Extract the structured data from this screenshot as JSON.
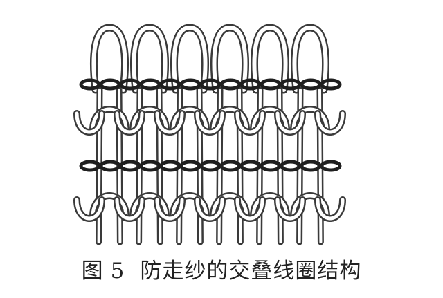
{
  "figure": {
    "label": "图",
    "number": "5",
    "title": "防走纱的交叠线圈结构"
  },
  "structure": {
    "wales": 6,
    "courses": 2,
    "colors": {
      "yarn_stroke": "#3a3a3a",
      "yarn_fill": "#ffffff",
      "tuck_yarn": "#1f1f1f"
    }
  }
}
